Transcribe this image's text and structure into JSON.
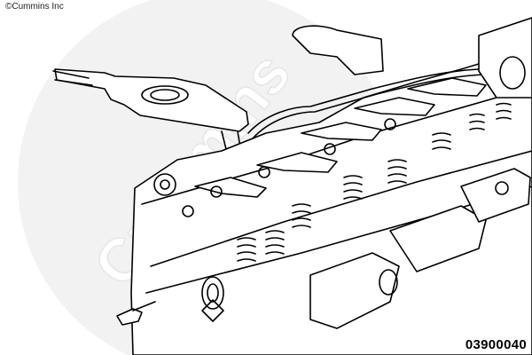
{
  "copyright": "©Cummins Inc",
  "watermark": "Cummins",
  "figure_id": "03900040",
  "icons": [
    "engine-cylinder-head-illustration",
    "torque-wrench-tool",
    "valve-spring",
    "rocker-lever",
    "exhaust-manifold",
    "fuel-line",
    "turbocharger-housing"
  ],
  "colors": {
    "line": "#000000",
    "background": "#ffffff",
    "watermark": "#eeeeee"
  }
}
